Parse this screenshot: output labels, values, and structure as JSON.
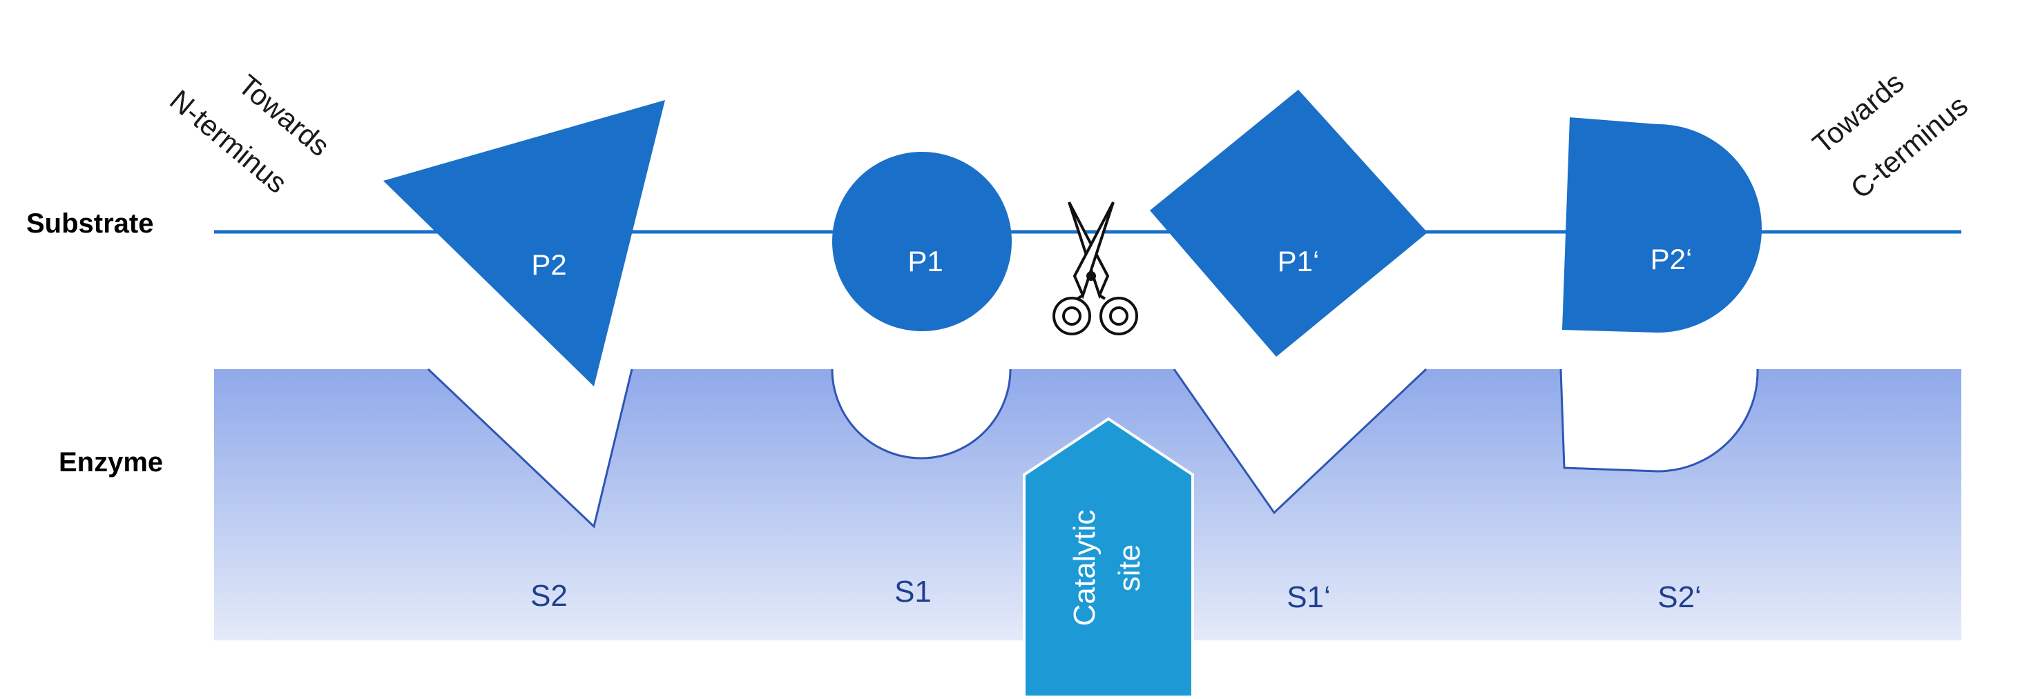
{
  "labels": {
    "substrate": "Substrate",
    "enzyme": "Enzyme",
    "n_term_1": "Towards",
    "n_term_2": "N-terminus",
    "c_term_1": "Towards",
    "c_term_2": "C-terminus"
  },
  "residues": {
    "p2": "P2",
    "p1": "P1",
    "p1p": "P1‘",
    "p2p": "P2‘"
  },
  "subsites": {
    "s2": "S2",
    "s1": "S1",
    "s1p": "S1‘",
    "s2p": "S2‘"
  },
  "catalytic": {
    "line1": "Catalytic",
    "line2": "site"
  },
  "colors": {
    "residue_fill": "#1a6fc9",
    "substrate_line": "#1a6fc9",
    "enzyme_top": "#8fa9ea",
    "enzyme_bottom": "#e4eaf8",
    "catalytic_fill": "#1d9ad6",
    "pocket_stroke": "#2f56b5",
    "subsite_text": "#1f3f8f"
  },
  "icons": [
    "scissors-icon"
  ]
}
